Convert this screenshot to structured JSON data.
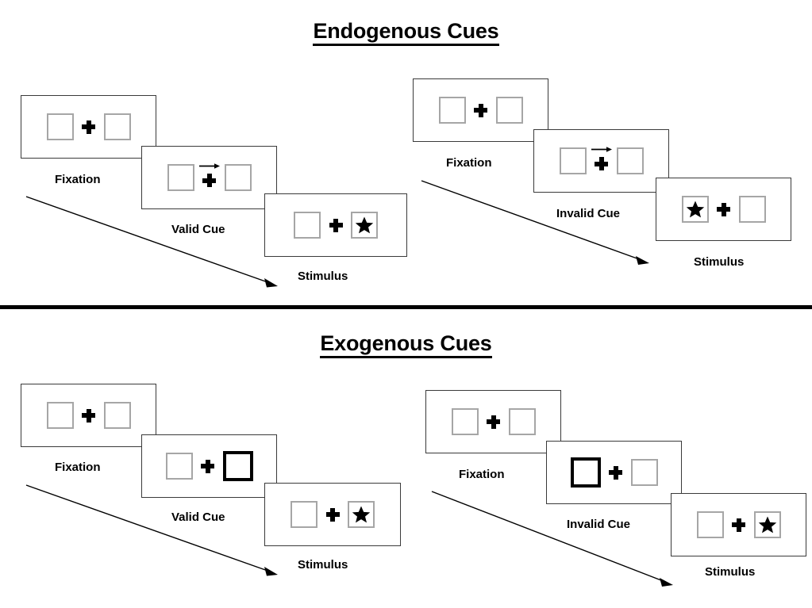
{
  "sections": [
    {
      "id": "endogenous",
      "title": "Endogenous Cues",
      "cue_type": "arrow",
      "columns": [
        {
          "validity": "valid",
          "frames": [
            {
              "label": "Fixation",
              "cue": "none",
              "star": "none"
            },
            {
              "label": "Valid Cue",
              "cue": "arrow-right",
              "star": "none"
            },
            {
              "label": "Stimulus",
              "cue": "none",
              "star": "right"
            }
          ]
        },
        {
          "validity": "invalid",
          "frames": [
            {
              "label": "Fixation",
              "cue": "none",
              "star": "none"
            },
            {
              "label": "Invalid Cue",
              "cue": "arrow-right",
              "star": "none"
            },
            {
              "label": "Stimulus",
              "cue": "none",
              "star": "left"
            }
          ]
        }
      ]
    },
    {
      "id": "exogenous",
      "title": "Exogenous Cues",
      "cue_type": "box-highlight",
      "columns": [
        {
          "validity": "valid",
          "frames": [
            {
              "label": "Fixation",
              "cue": "none",
              "star": "none"
            },
            {
              "label": "Valid Cue",
              "cue": "box-right",
              "star": "none"
            },
            {
              "label": "Stimulus",
              "cue": "none",
              "star": "right"
            }
          ]
        },
        {
          "validity": "invalid",
          "frames": [
            {
              "label": "Fixation",
              "cue": "none",
              "star": "none"
            },
            {
              "label": "Invalid Cue",
              "cue": "box-left",
              "star": "none"
            },
            {
              "label": "Stimulus",
              "cue": "none",
              "star": "right"
            }
          ]
        }
      ]
    }
  ],
  "colors": {
    "panel_border": "#3a3a3a",
    "box_border": "#a6a6a6",
    "cue_box_border": "#000000",
    "stimulus_fill": "#000000",
    "divider": "#000000",
    "background": "#ffffff"
  },
  "icons": {
    "fixation_cross": "plus-icon",
    "endogenous_cue": "arrow-right-icon",
    "exogenous_cue": "thick-box-icon",
    "stimulus": "star-icon",
    "time_flow": "diagonal-arrow-icon"
  }
}
